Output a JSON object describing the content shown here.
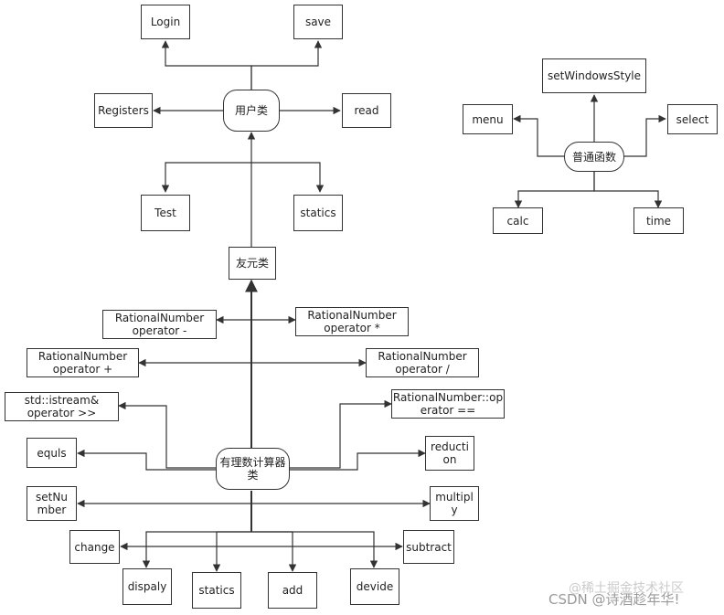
{
  "nodes": {
    "login": "Login",
    "save": "save",
    "registers": "Registers",
    "user_class": "用户类",
    "read": "read",
    "test": "Test",
    "statics_top": "statics",
    "friend_class": "友元类",
    "rn_minus": "RationalNumber\noperator -",
    "rn_mult": "RationalNumber\noperator *",
    "rn_plus": "RationalNumber\noperator +",
    "rn_div": "RationalNumber\noperator /",
    "istream": "std::istream&\noperator >>",
    "rn_eq": "RationalNumber::op\nerator ==",
    "equls": "equls",
    "calc_class": "有理数计算器\n类",
    "reduction": "reducti\non",
    "setnumber": "setNu\nmber",
    "multiply": "multipl\ny",
    "change": "change",
    "subtract": "subtract",
    "dispaly": "dispaly",
    "statics_bottom": "statics",
    "add": "add",
    "devide": "devide",
    "set_windows_style": "setWindowsStyle",
    "menu": "menu",
    "common_func": "普通函数",
    "select": "select",
    "calc": "calc",
    "time": "time"
  },
  "watermark": {
    "juejin": "@稀土掘金技术社区",
    "csdn": "CSDN @诗酒趁年华!"
  },
  "colors": {
    "line": "#333333",
    "border": "#333333",
    "background": "#ffffff"
  }
}
